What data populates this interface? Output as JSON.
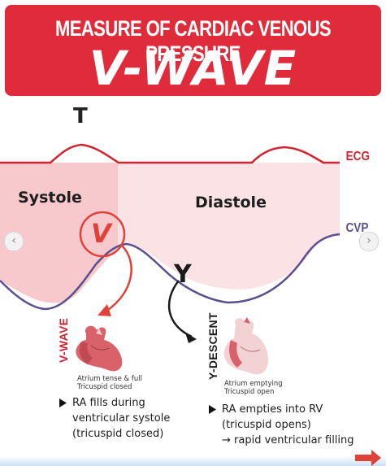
{
  "header": {
    "subtitle": "MEASURE OF CARDIAC VENOUS PRESSURE",
    "title": "V-WAVE"
  },
  "waveform": {
    "t_label": "T",
    "ecg_label": "ECG",
    "cvp_label": "CVP",
    "systole_label": "Systole",
    "diastole_label": "Diastole",
    "v_marker": "V",
    "y_marker": "Y"
  },
  "left_panel": {
    "vertical_label": "V-WAVE",
    "caption_line1": "Atrium tense & full",
    "caption_line2": "Tricuspid closed",
    "bullet_lines": [
      "RA fills during",
      "ventricular systole",
      "(tricuspid closed)"
    ]
  },
  "right_panel": {
    "vertical_label": "Y-DESCENT",
    "caption_line1": "Atrium emptying",
    "caption_line2": "Tricuspid open",
    "bullet_lines": [
      "RA empties into RV",
      "(tricuspid opens)",
      "→ rapid ventricular filling"
    ]
  },
  "colors": {
    "brand_red": "#e02c3a",
    "ecg_red": "#d3232f",
    "cvp_purple": "#5b4f8f",
    "systole_fill": "#f7c9cd",
    "diastole_fill": "#fbe3e5"
  },
  "icons": {
    "prev": "chevron-left-icon",
    "next": "chevron-right-icon",
    "forward": "arrow-right-icon"
  }
}
